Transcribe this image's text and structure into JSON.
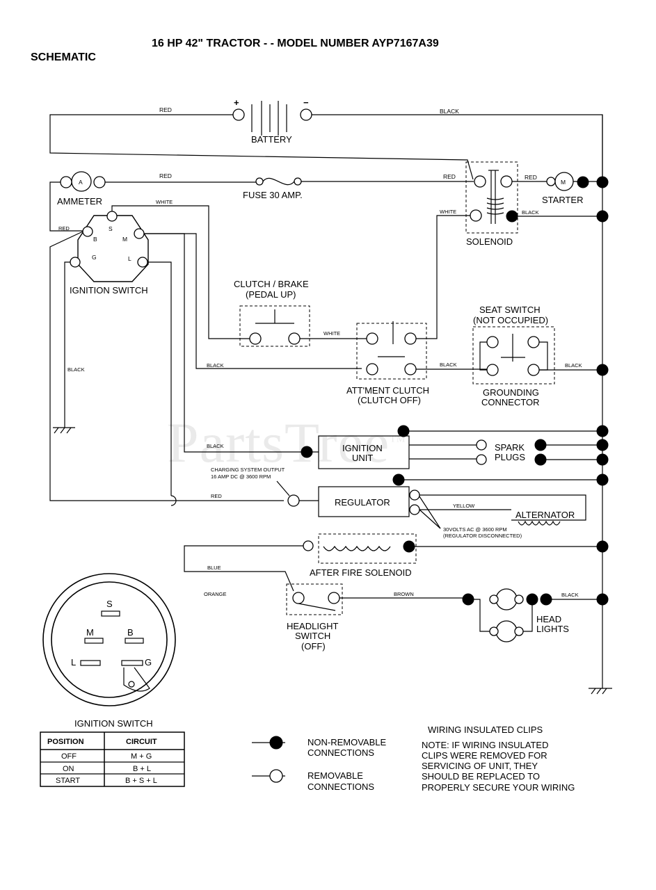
{
  "header": {
    "title": "16 HP 42\" TRACTOR - - MODEL NUMBER AYP7167A39",
    "subtitle": "SCHEMATIC"
  },
  "watermark": "PartsTree",
  "watermark_tm": "TM",
  "components": {
    "battery": "BATTERY",
    "battery_plus": "+",
    "battery_minus": "−",
    "ammeter": "AMMETER",
    "ammeter_symbol": "A",
    "fuse": "FUSE 30 AMP.",
    "starter": "STARTER",
    "starter_symbol": "M",
    "solenoid": "SOLENOID",
    "ignition_switch": "IGNITION SWITCH",
    "clutch_brake_1": "CLUTCH / BRAKE",
    "clutch_brake_2": "(PEDAL UP)",
    "seat_switch_1": "SEAT SWITCH",
    "seat_switch_2": "(NOT OCCUPIED)",
    "attm_clutch_1": "ATT'MENT CLUTCH",
    "attm_clutch_2": "(CLUTCH OFF)",
    "grounding_1": "GROUNDING",
    "grounding_2": "CONNECTOR",
    "ignition_unit_1": "IGNITION",
    "ignition_unit_2": "UNIT",
    "spark_1": "SPARK",
    "spark_2": "PLUGS",
    "charging_1": "CHARGING SYSTEM OUTPUT",
    "charging_2": "16 AMP DC @ 3600 RPM",
    "regulator": "REGULATOR",
    "alternator": "ALTERNATOR",
    "alt_note_1": "30VOLTS AC @ 3600 RPM",
    "alt_note_2": "(REGULATOR DISCONNECTED)",
    "after_fire": "AFTER FIRE SOLENOID",
    "headlight_switch_1": "HEADLIGHT",
    "headlight_switch_2": "SWITCH",
    "headlight_switch_3": "(OFF)",
    "head_lights_1": "HEAD",
    "head_lights_2": "LIGHTS"
  },
  "terminals": {
    "s": "S",
    "b": "B",
    "m": "M",
    "g": "G",
    "l": "L"
  },
  "wires": {
    "red": "RED",
    "black": "BLACK",
    "white": "WHITE",
    "yellow": "YELLOW",
    "blue": "BLUE",
    "orange": "ORANGE",
    "brown": "BROWN"
  },
  "switch_face_title": "IGNITION SWITCH",
  "ignition_table": {
    "headers": [
      "POSITION",
      "CIRCUIT"
    ],
    "rows": [
      [
        "OFF",
        "M + G"
      ],
      [
        "ON",
        "B + L"
      ],
      [
        "START",
        "B + S + L"
      ]
    ]
  },
  "legend": {
    "non_removable_1": "NON-REMOVABLE",
    "non_removable_2": "CONNECTIONS",
    "removable_1": "REMOVABLE",
    "removable_2": "CONNECTIONS"
  },
  "note": {
    "title": "WIRING INSULATED CLIPS",
    "lines": [
      "NOTE: IF WIRING INSULATED",
      "CLIPS WERE REMOVED FOR",
      "SERVICING OF UNIT, THEY",
      "SHOULD BE REPLACED TO",
      "PROPERLY SECURE YOUR WIRING"
    ]
  }
}
